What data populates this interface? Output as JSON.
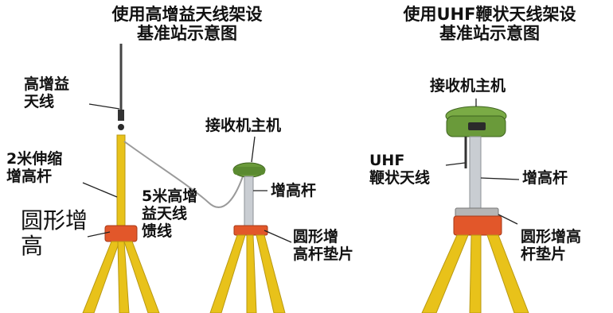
{
  "left_title": "使用高增益天线架设\n基准站示意图",
  "right_title": "使用UHF鞭状天线架设\n基准站示意图",
  "labels": {
    "high_gain_antenna": "高增益\n天线",
    "telescopic_pole": "2米伸缩\n增高杆",
    "round_riser_big": "圆形增\n高",
    "feeder_cable": "5米高增\n益天线\n馈线",
    "receiver_mid": "接收机主机",
    "riser_pole_mid": "增高杆",
    "riser_pad_mid": "圆形增\n高杆垫片",
    "receiver_right": "接收机主机",
    "uhf_whip": "UHF\n鞭状天线",
    "riser_pole_right": "增高杆",
    "riser_pad_right": "圆形增高\n杆垫片"
  },
  "colors": {
    "tripod_yellow": "#e8c21a",
    "riser_orange": "#e2572a",
    "receiver_green": "#6a9a3a",
    "pole_silver": "#c9cdd2"
  }
}
